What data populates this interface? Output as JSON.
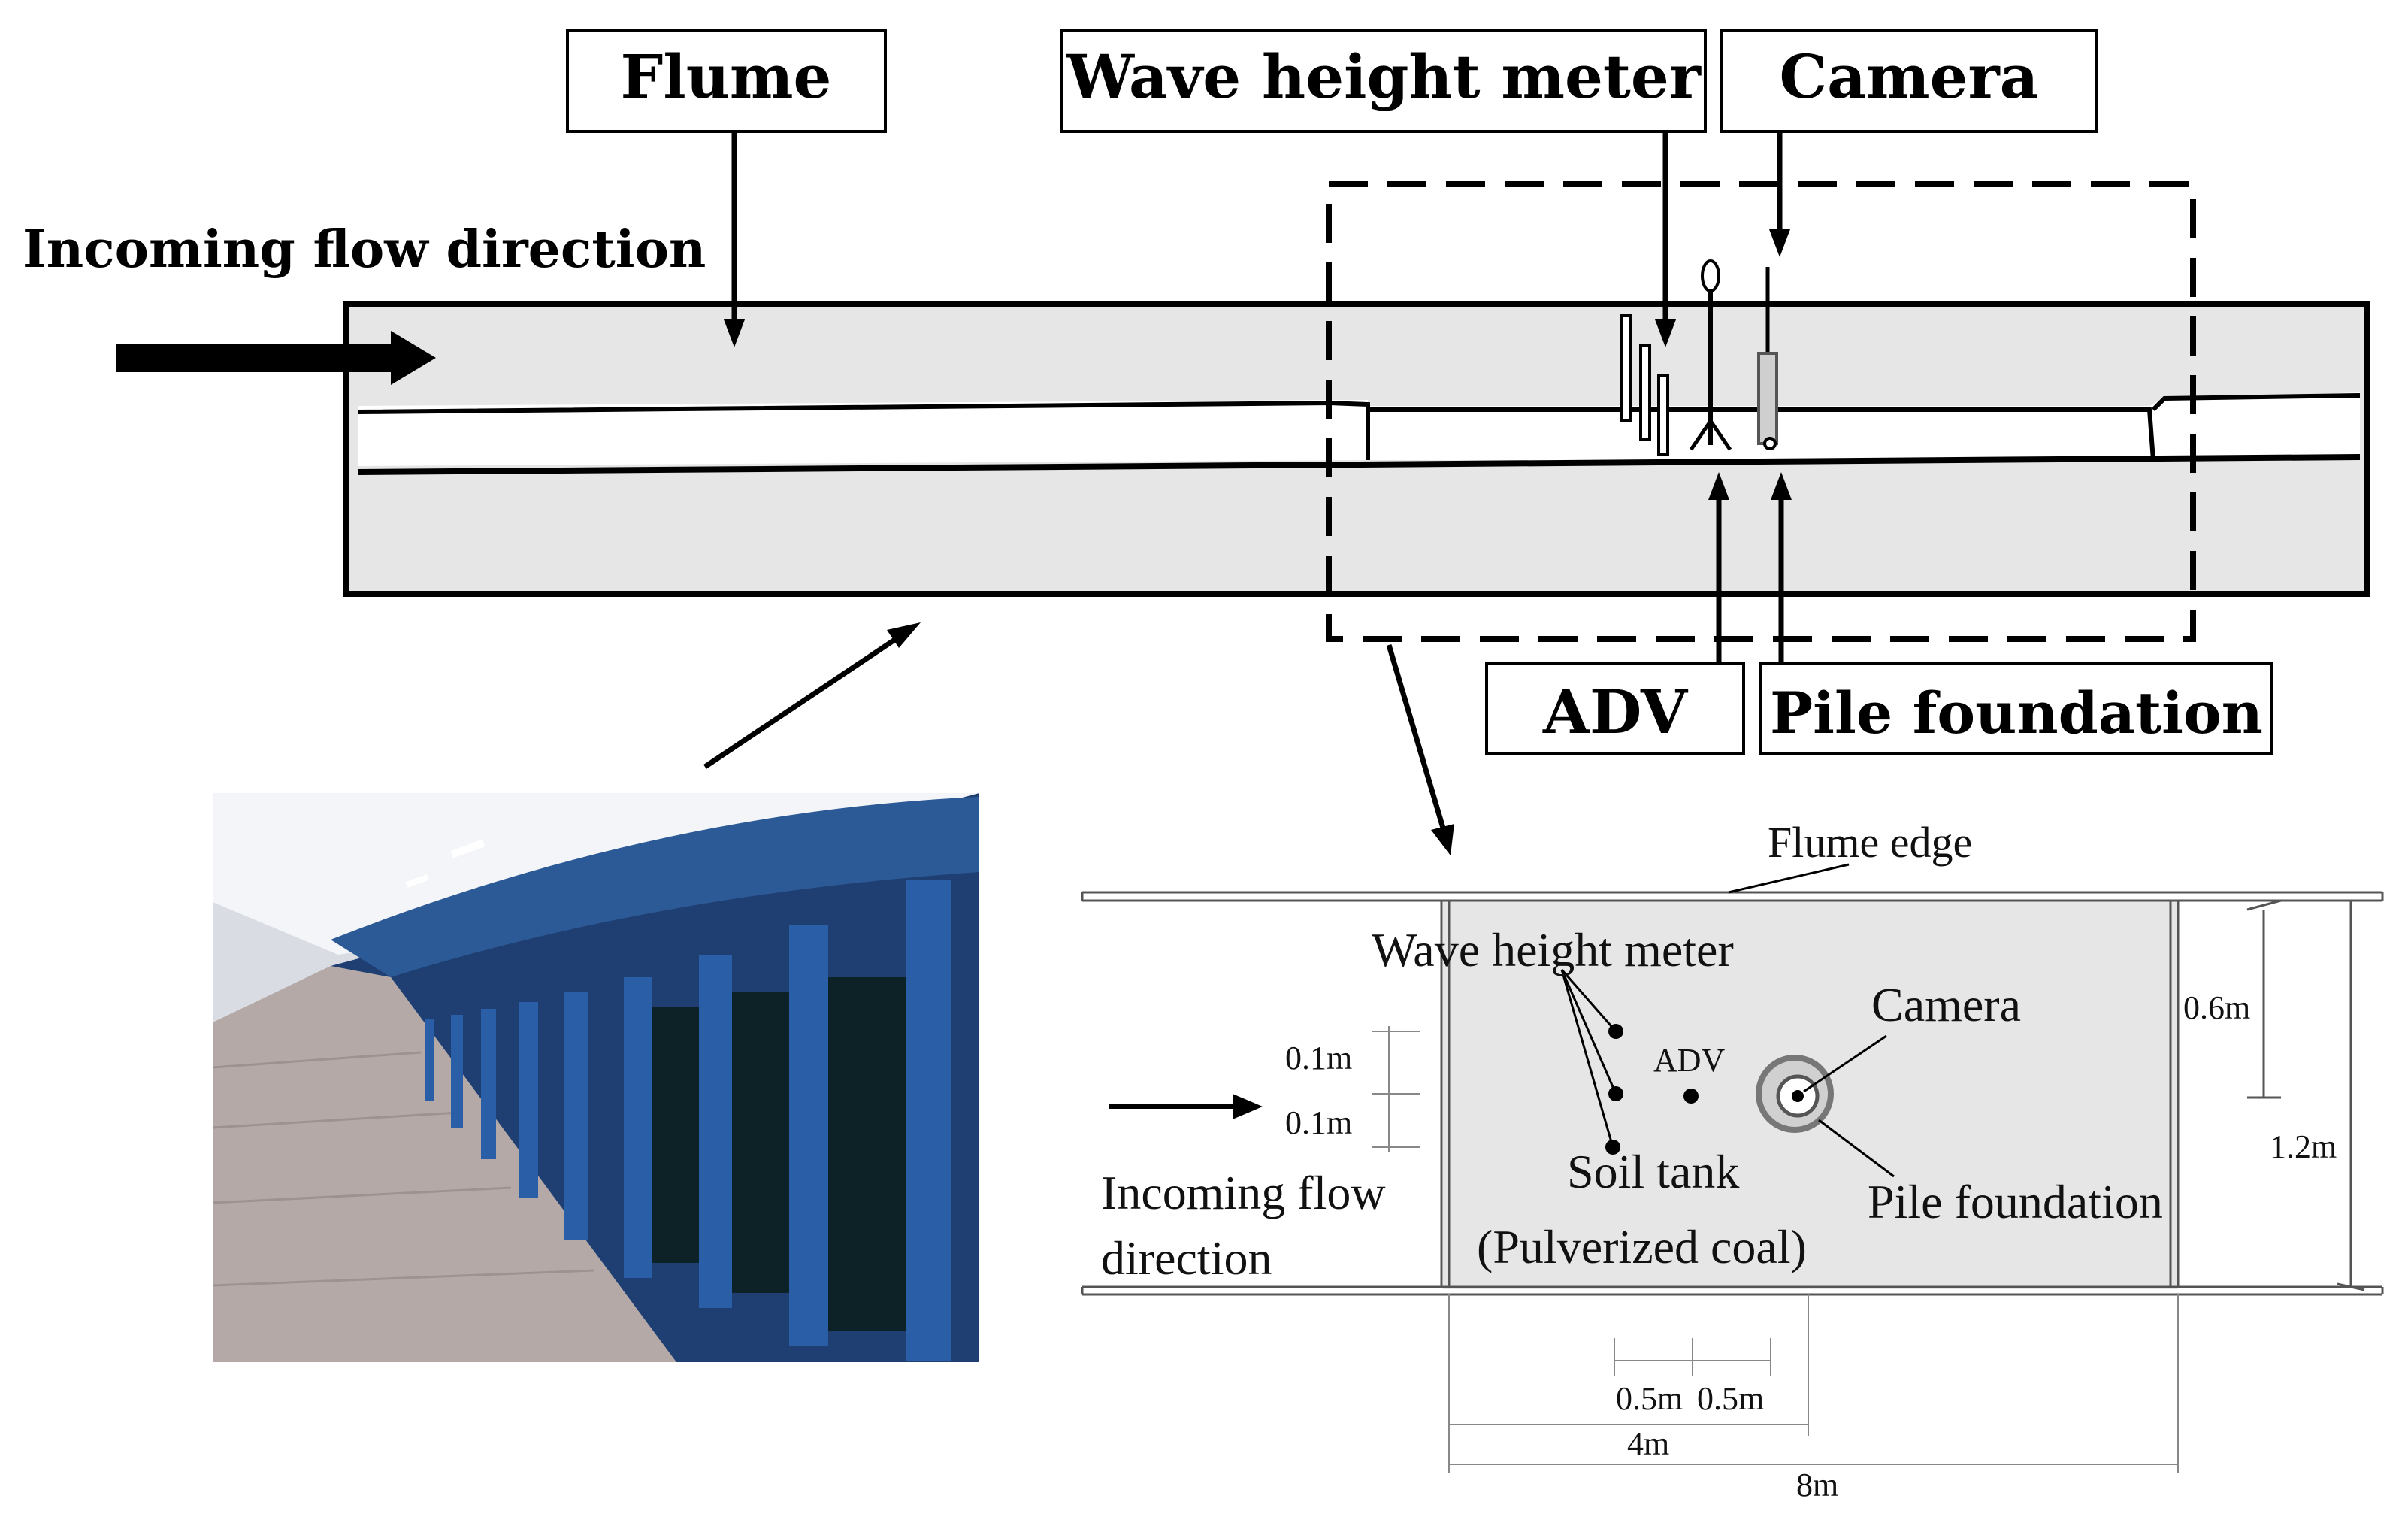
{
  "overview": {
    "labels": {
      "flume": "Flume",
      "wave_height_meter": "Wave height meter",
      "camera": "Camera",
      "incoming_flow": "Incoming flow direction",
      "adv": "ADV",
      "pile_foundation": "Pile foundation"
    }
  },
  "plan": {
    "labels": {
      "flume_edge": "Flume edge",
      "wave_height_meter": "Wave height meter",
      "adv": "ADV",
      "camera": "Camera",
      "soil_tank": "Soil tank",
      "pulverized_coal": "(Pulverized coal)",
      "pile_foundation": "Pile foundation",
      "incoming_flow_line1": "Incoming flow",
      "incoming_flow_line2": "direction"
    },
    "dimensions": {
      "gauge_spacing_1": "0.1m",
      "gauge_spacing_2": "0.1m",
      "half_width": "0.6m",
      "full_width": "1.2m",
      "spacing_a": "0.5m",
      "spacing_b": "0.5m",
      "to_pile": "4m",
      "tank_length": "8m"
    }
  },
  "photo": {
    "description_label": ""
  },
  "colors": {
    "flume_fill": "#e6e6e6",
    "photo_frame": "#2a5fa8",
    "photo_floor": "#b4a9a6"
  }
}
